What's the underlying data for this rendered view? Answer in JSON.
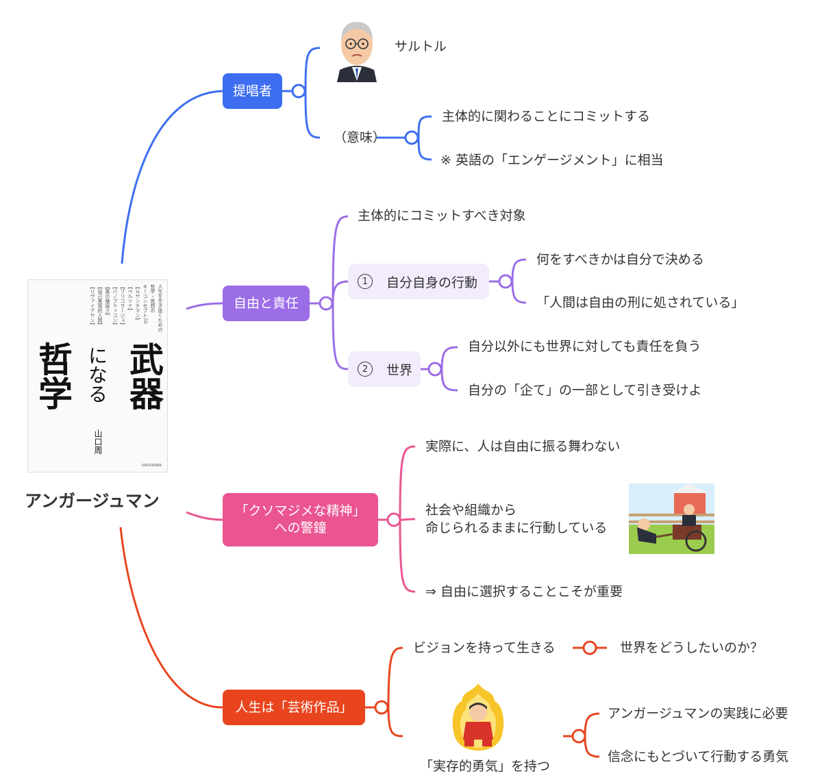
{
  "root": {
    "title": "アンガージュマン"
  },
  "book": {
    "title_line1": "武器",
    "title_line2": "になる",
    "title_line3": "哲学",
    "author": "山口周",
    "blurb": [
      "人生を生き抜くための",
      "哲学・思想の",
      "キーコンセプト50",
      "【ルサンチマン】",
      "【ペルソナ】",
      "【ブリコラージュ】",
      "【パノプティコン】",
      "【悪の陳腐さ】",
      "【自己実現的人間】",
      "【リヴァイアサン】"
    ],
    "publisher": "KADOKAWA"
  },
  "branches": {
    "proponent": {
      "label": "提唱者",
      "color": "#3d6ef0",
      "name": "サルトル",
      "meaning_label": "（意味）",
      "meaning_items": [
        "主体的に関わることにコミットする",
        "※ 英語の「エンゲージメント」に相当"
      ]
    },
    "freedom": {
      "label": "自由と責任",
      "color": "#9b6de6",
      "target": "主体的にコミットすべき対象",
      "sub1": {
        "num": "1",
        "label": "自分自身の行動",
        "items": [
          "何をすべきかは自分で決める",
          "「人間は自由の刑に処されている」"
        ]
      },
      "sub2": {
        "num": "2",
        "label": "世界",
        "items": [
          "自分以外にも世界に対しても責任を負う",
          "自分の「企て」の一部として引き受けよ"
        ]
      }
    },
    "warning": {
      "label": "「クソマジメな精神」\nへの警鐘",
      "color": "#ea5591",
      "items": [
        "実際に、人は自由に振る舞わない",
        "社会や組織から\n命じられるままに行動している",
        "⇒ 自由に選択することこそが重要"
      ]
    },
    "art": {
      "label": "人生は「芸術作品」",
      "color": "#e8451e",
      "vision": "ビジョンを持って生きる",
      "vision_detail": "世界をどうしたいのか？",
      "courage": "「実存的勇気」を持つ",
      "courage_items": [
        "アンガージュマンの実践に必要",
        "信念にもとづいて行動する勇気"
      ]
    }
  }
}
